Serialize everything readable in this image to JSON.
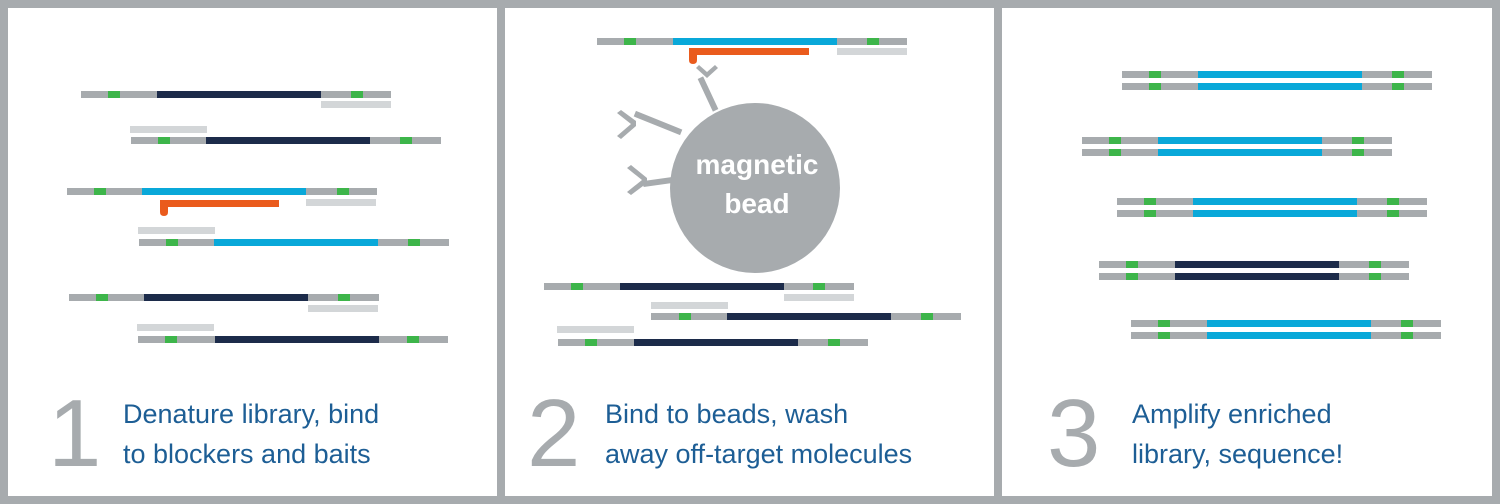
{
  "colors": {
    "background_border": "#a7abae",
    "panel": "#ffffff",
    "adapter_gray": "#a7abae",
    "index_green": "#3db54a",
    "insert_dark_navy": "#1c2b4a",
    "insert_target_blue": "#09a8d9",
    "bait_orange": "#ea5b1d",
    "blocker_light_gray": "#d3d6d8",
    "step_number_gray": "#a7abae",
    "step_text_blue": "#1d5e95",
    "bead_gray": "#a7abae",
    "bead_text_white": "#ffffff"
  },
  "steps": [
    {
      "number": "1",
      "line1": "Denature library, bind",
      "line2": "to blockers and baits"
    },
    {
      "number": "2",
      "line1": "Bind to beads, wash",
      "line2": "away off-target molecules"
    },
    {
      "number": "3",
      "line1": "Amplify enriched",
      "line2": "library, sequence!"
    }
  ],
  "bead": {
    "line1": "magnetic",
    "line2": "bead"
  }
}
